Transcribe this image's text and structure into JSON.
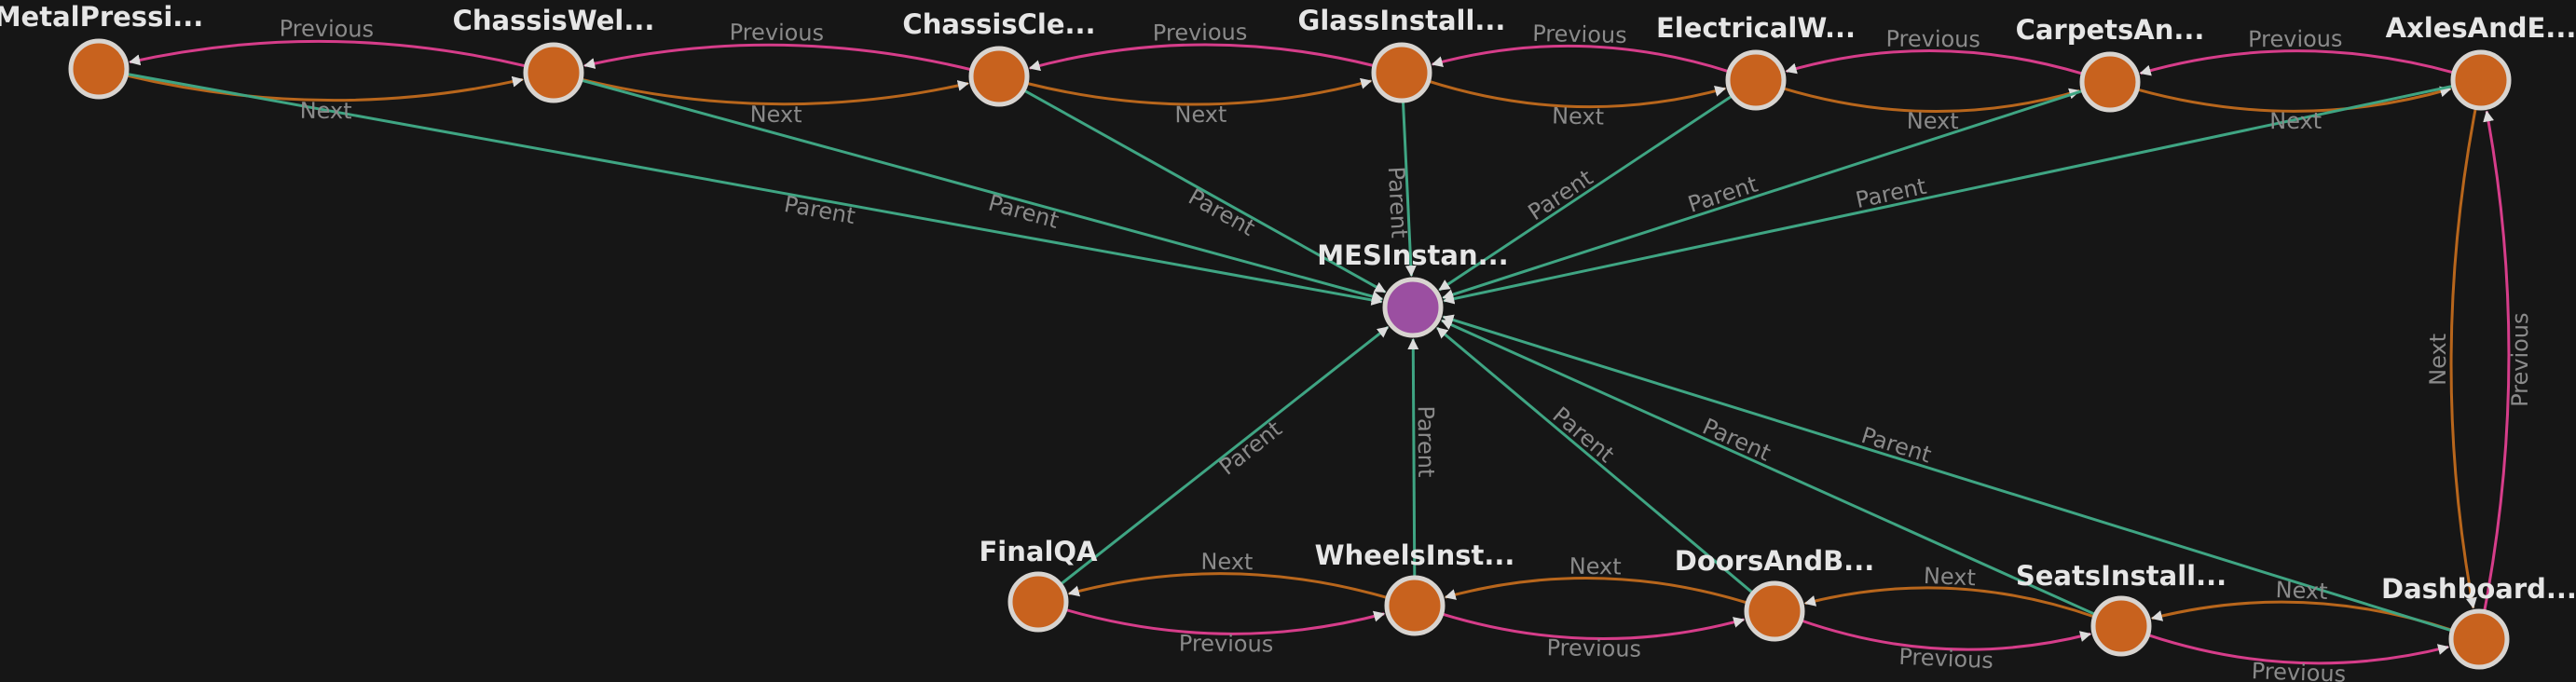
{
  "colors": {
    "background": "#161616",
    "step_node": "#c8621e",
    "instance_node": "#9b4fa1",
    "node_border": "#d8d4d0",
    "next_edge": "#b8661c",
    "previous_edge": "#d63d8a",
    "parent_edge": "#3fa583",
    "label_text": "#e6e6e6",
    "edge_label_text": "#8a8a8a"
  },
  "nodes": [
    {
      "id": "metal",
      "label": "MetalPressi...",
      "kind": "step"
    },
    {
      "id": "chassisWel",
      "label": "ChassisWel...",
      "kind": "step"
    },
    {
      "id": "chassisCle",
      "label": "ChassisCle...",
      "kind": "step"
    },
    {
      "id": "glass",
      "label": "GlassInstall...",
      "kind": "step"
    },
    {
      "id": "electrical",
      "label": "ElectricalW...",
      "kind": "step"
    },
    {
      "id": "carpets",
      "label": "CarpetsAn...",
      "kind": "step"
    },
    {
      "id": "axles",
      "label": "AxlesAndE...",
      "kind": "step"
    },
    {
      "id": "mes",
      "label": "MESInstan...",
      "kind": "instance"
    },
    {
      "id": "finalqa",
      "label": "FinalQA",
      "kind": "step"
    },
    {
      "id": "wheels",
      "label": "WheelsInst...",
      "kind": "step"
    },
    {
      "id": "doors",
      "label": "DoorsAndB...",
      "kind": "step"
    },
    {
      "id": "seats",
      "label": "SeatsInstall...",
      "kind": "step"
    },
    {
      "id": "dashboard",
      "label": "Dashboard...",
      "kind": "step"
    }
  ],
  "edges": [
    {
      "from": "metal",
      "to": "chassisWel",
      "label": "Next",
      "type": "next"
    },
    {
      "from": "chassisWel",
      "to": "metal",
      "label": "Previous",
      "type": "previous"
    },
    {
      "from": "chassisWel",
      "to": "chassisCle",
      "label": "Next",
      "type": "next"
    },
    {
      "from": "chassisCle",
      "to": "chassisWel",
      "label": "Previous",
      "type": "previous"
    },
    {
      "from": "chassisCle",
      "to": "glass",
      "label": "Next",
      "type": "next"
    },
    {
      "from": "glass",
      "to": "chassisCle",
      "label": "Previous",
      "type": "previous"
    },
    {
      "from": "glass",
      "to": "electrical",
      "label": "Next",
      "type": "next"
    },
    {
      "from": "electrical",
      "to": "glass",
      "label": "Previous",
      "type": "previous"
    },
    {
      "from": "electrical",
      "to": "carpets",
      "label": "Next",
      "type": "next"
    },
    {
      "from": "carpets",
      "to": "electrical",
      "label": "Previous",
      "type": "previous"
    },
    {
      "from": "carpets",
      "to": "axles",
      "label": "Next",
      "type": "next"
    },
    {
      "from": "axles",
      "to": "carpets",
      "label": "Previous",
      "type": "previous"
    },
    {
      "from": "axles",
      "to": "dashboard",
      "label": "Next",
      "type": "next"
    },
    {
      "from": "dashboard",
      "to": "axles",
      "label": "Previous",
      "type": "previous"
    },
    {
      "from": "dashboard",
      "to": "seats",
      "label": "Next",
      "type": "next"
    },
    {
      "from": "seats",
      "to": "dashboard",
      "label": "Previous",
      "type": "previous"
    },
    {
      "from": "seats",
      "to": "doors",
      "label": "Next",
      "type": "next"
    },
    {
      "from": "doors",
      "to": "seats",
      "label": "Previous",
      "type": "previous"
    },
    {
      "from": "doors",
      "to": "wheels",
      "label": "Next",
      "type": "next"
    },
    {
      "from": "wheels",
      "to": "doors",
      "label": "Previous",
      "type": "previous"
    },
    {
      "from": "wheels",
      "to": "finalqa",
      "label": "Next",
      "type": "next"
    },
    {
      "from": "finalqa",
      "to": "wheels",
      "label": "Previous",
      "type": "previous"
    },
    {
      "from": "metal",
      "to": "mes",
      "label": "Parent",
      "type": "parent"
    },
    {
      "from": "chassisWel",
      "to": "mes",
      "label": "Parent",
      "type": "parent"
    },
    {
      "from": "chassisCle",
      "to": "mes",
      "label": "Parent",
      "type": "parent"
    },
    {
      "from": "glass",
      "to": "mes",
      "label": "Parent",
      "type": "parent"
    },
    {
      "from": "electrical",
      "to": "mes",
      "label": "Parent",
      "type": "parent"
    },
    {
      "from": "carpets",
      "to": "mes",
      "label": "Parent",
      "type": "parent"
    },
    {
      "from": "axles",
      "to": "mes",
      "label": "Parent",
      "type": "parent"
    },
    {
      "from": "finalqa",
      "to": "mes",
      "label": "Parent",
      "type": "parent"
    },
    {
      "from": "wheels",
      "to": "mes",
      "label": "Parent",
      "type": "parent"
    },
    {
      "from": "doors",
      "to": "mes",
      "label": "Parent",
      "type": "parent"
    },
    {
      "from": "seats",
      "to": "mes",
      "label": "Parent",
      "type": "parent"
    },
    {
      "from": "dashboard",
      "to": "mes",
      "label": "Parent",
      "type": "parent"
    }
  ]
}
